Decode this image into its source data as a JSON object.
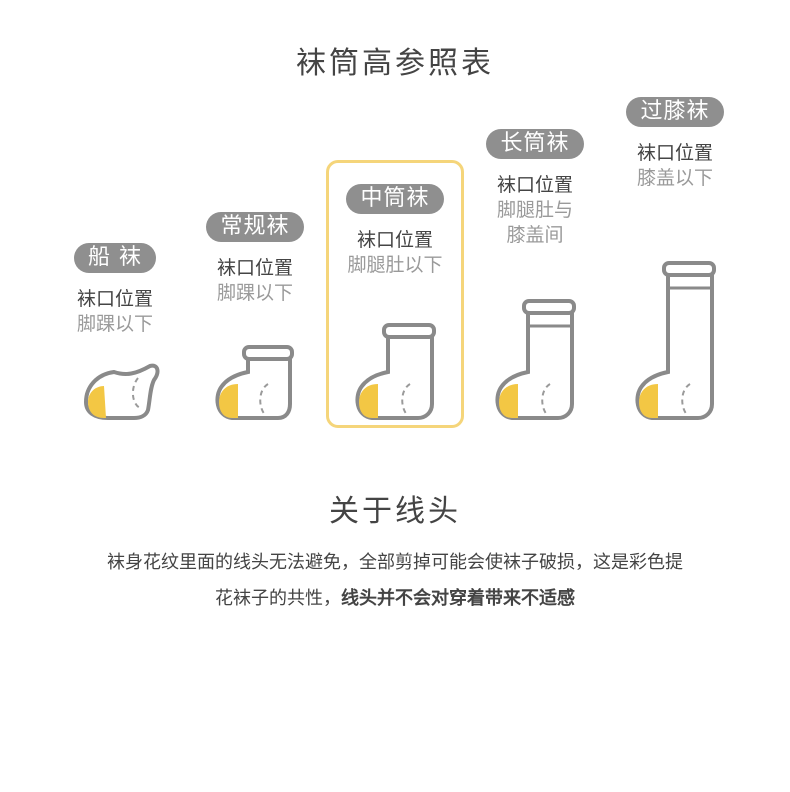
{
  "title": "袜筒高参照表",
  "columns": [
    {
      "name": "船 袜",
      "position": "袜口位置",
      "level": [
        "脚踝以下"
      ]
    },
    {
      "name": "常规袜",
      "position": "袜口位置",
      "level": [
        "脚踝以下"
      ]
    },
    {
      "name": "中筒袜",
      "position": "袜口位置",
      "level": [
        "脚腿肚以下"
      ],
      "highlighted": true
    },
    {
      "name": "长筒袜",
      "position": "袜口位置",
      "level": [
        "脚腿肚与",
        "膝盖间"
      ]
    },
    {
      "name": "过膝袜",
      "position": "袜口位置",
      "level": [
        "膝盖以下"
      ]
    }
  ],
  "section2_title": "关于线头",
  "body": {
    "line1": "袜身花纹里面的线头无法避免，全部剪掉可能会使袜子破损，这是彩色提",
    "line2_normal": "花袜子的共性，",
    "line2_bold": "线头并不会对穿着带来不适感"
  },
  "colors": {
    "badge": "#8f8f8f",
    "highlight": "#f5d57a",
    "heel": "#f3c744",
    "sock_outline": "#8a8a8a"
  }
}
